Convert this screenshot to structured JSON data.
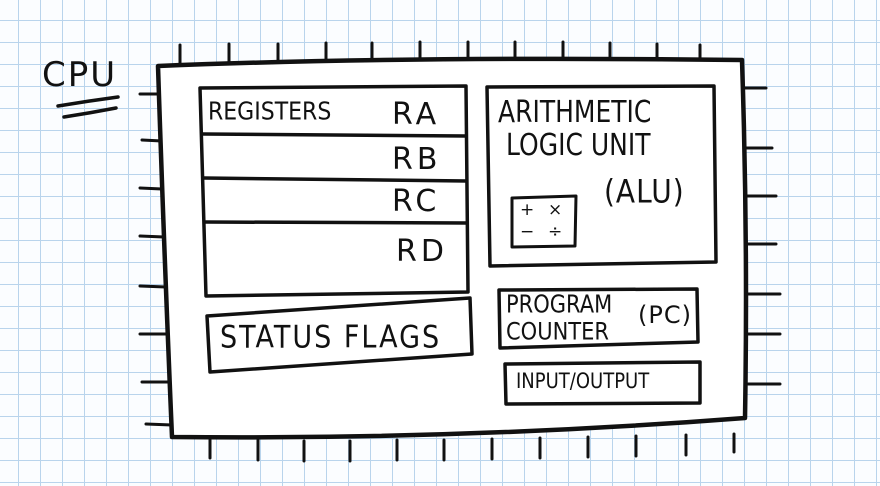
{
  "cpu": {
    "label": "CPU"
  },
  "registers": {
    "title": "REGISTERS",
    "items": [
      "RA",
      "RB",
      "RC",
      "RD"
    ]
  },
  "alu": {
    "line1": "ARITHMETIC",
    "line2": "LOGIC UNIT",
    "line3": "(ALU)",
    "calculator_icon": "calculator-icon",
    "symbols": [
      "+",
      "×",
      "−",
      "÷"
    ]
  },
  "status_flags": {
    "label": "STATUS FLAGS"
  },
  "program_counter": {
    "line1": "PROGRAM",
    "line2": "COUNTER",
    "abbr": "(PC)"
  },
  "io": {
    "label": "INPUT/OUTPUT"
  },
  "colors": {
    "ink": "#111111",
    "grid_line": "#b9d4ec",
    "paper": "#fbfdff",
    "chip_fill": "#ffffff"
  }
}
